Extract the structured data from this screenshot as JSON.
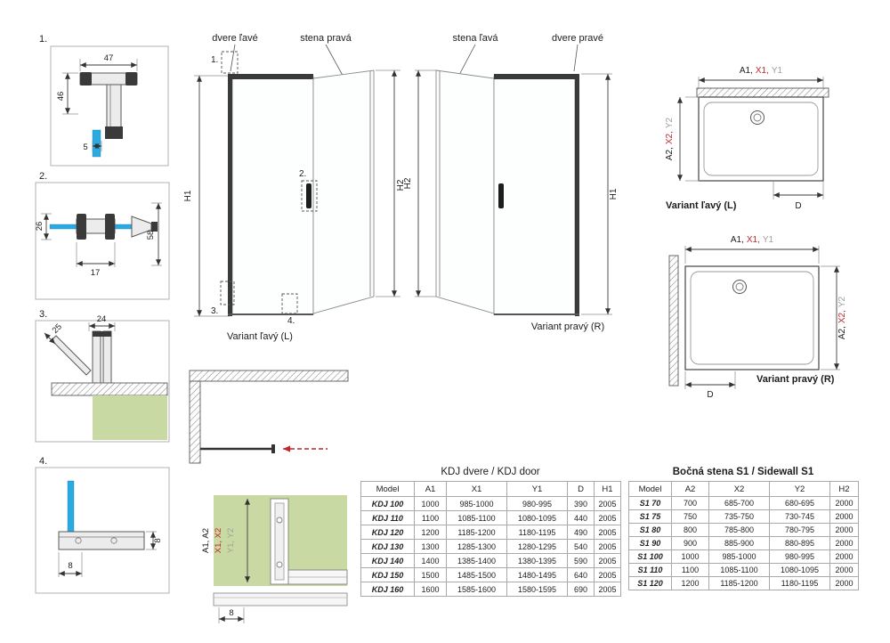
{
  "colors": {
    "red": "#c1272d",
    "graylabel": "#9aa396",
    "blue": "#29abe2",
    "green": "#c9d9a3"
  },
  "detail_boxes": {
    "box1": {
      "num": "1.",
      "dim_top": "47",
      "dim_left": "46",
      "dim_bottom": "5"
    },
    "box2": {
      "num": "2.",
      "dim_left": "26",
      "dim_bottom": "17",
      "dim_right": "58"
    },
    "box3": {
      "num": "3.",
      "dim_diagonal": "25",
      "dim_top": "24"
    },
    "box4": {
      "num": "4.",
      "dim_right": "8",
      "dim_bottom": "8"
    }
  },
  "front_views": {
    "left": {
      "door_label": "dvere ľavé",
      "wall_label": "stena pravá",
      "dim_left": "H1",
      "dim_right": "H2",
      "callout_1": "1.",
      "callout_2": "2.",
      "callout_3": "3.",
      "callout_4": "4.",
      "caption": "Variant ľavý (L)"
    },
    "right": {
      "wall_label": "stena ľavá",
      "door_label": "dvere pravé",
      "dim_left": "H2",
      "dim_right": "H1",
      "caption": "Variant pravý (R)"
    }
  },
  "plan_views": {
    "left": {
      "width_a": "A1,",
      "width_x": "X1,",
      "width_y": "Y1",
      "depth_a": "A2,",
      "depth_x": "X2,",
      "depth_y": "Y2",
      "door_width": "D",
      "caption": "Variant ľavý (L)"
    },
    "right": {
      "width_a": "A1,",
      "width_x": "X1,",
      "width_y": "Y1",
      "depth_a": "A2,",
      "depth_x": "X2,",
      "depth_y": "Y2",
      "door_width": "D",
      "caption": "Variant pravý (R)"
    }
  },
  "corner_detail": {
    "label_a": "A1, A2",
    "label_x": "X1, X2",
    "label_y": "Y1, Y2",
    "dim_bottom": "8"
  },
  "tables": {
    "kdj": {
      "title": "KDJ dvere / KDJ door",
      "headers": [
        "Model",
        "A1",
        "X1",
        "Y1",
        "D",
        "H1"
      ],
      "rows": [
        [
          "KDJ 100",
          "1000",
          "985-1000",
          "980-995",
          "390",
          "2005"
        ],
        [
          "KDJ 110",
          "1100",
          "1085-1100",
          "1080-1095",
          "440",
          "2005"
        ],
        [
          "KDJ 120",
          "1200",
          "1185-1200",
          "1180-1195",
          "490",
          "2005"
        ],
        [
          "KDJ 130",
          "1300",
          "1285-1300",
          "1280-1295",
          "540",
          "2005"
        ],
        [
          "KDJ 140",
          "1400",
          "1385-1400",
          "1380-1395",
          "590",
          "2005"
        ],
        [
          "KDJ 150",
          "1500",
          "1485-1500",
          "1480-1495",
          "640",
          "2005"
        ],
        [
          "KDJ 160",
          "1600",
          "1585-1600",
          "1580-1595",
          "690",
          "2005"
        ]
      ]
    },
    "s1": {
      "title": "Bočná stena S1 / Sidewall S1",
      "headers": [
        "Model",
        "A2",
        "X2",
        "Y2",
        "H2"
      ],
      "rows": [
        [
          "S1 70",
          "700",
          "685-700",
          "680-695",
          "2000"
        ],
        [
          "S1 75",
          "750",
          "735-750",
          "730-745",
          "2000"
        ],
        [
          "S1 80",
          "800",
          "785-800",
          "780-795",
          "2000"
        ],
        [
          "S1 90",
          "900",
          "885-900",
          "880-895",
          "2000"
        ],
        [
          "S1 100",
          "1000",
          "985-1000",
          "980-995",
          "2000"
        ],
        [
          "S1 110",
          "1100",
          "1085-1100",
          "1080-1095",
          "2000"
        ],
        [
          "S1 120",
          "1200",
          "1185-1200",
          "1180-1195",
          "2000"
        ]
      ]
    }
  }
}
